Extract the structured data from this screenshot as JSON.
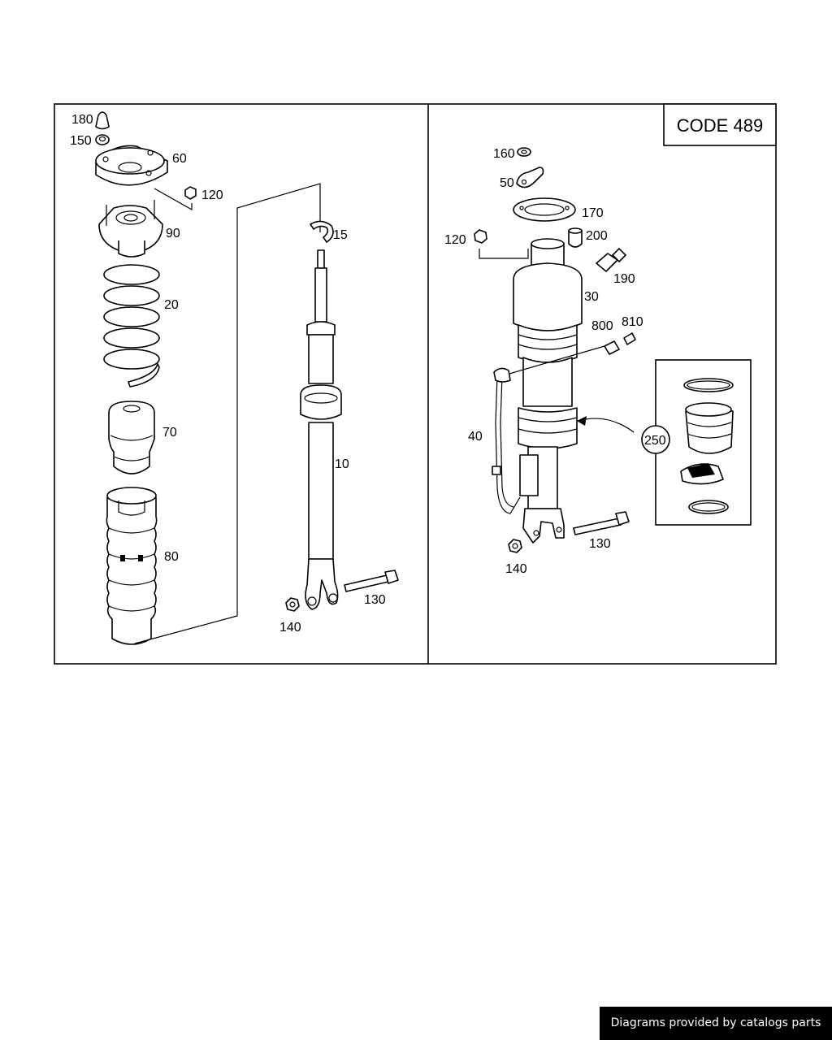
{
  "code_box": {
    "text": "CODE 489"
  },
  "left_panel": {
    "labels": {
      "p180": "180",
      "p150": "150",
      "p60": "60",
      "p120": "120",
      "p90": "90",
      "p20": "20",
      "p70": "70",
      "p80": "80",
      "p15": "15",
      "p10": "10",
      "p130": "130",
      "p140": "140"
    }
  },
  "right_panel": {
    "labels": {
      "p160": "160",
      "p50": "50",
      "p170": "170",
      "p120": "120",
      "p200": "200",
      "p190": "190",
      "p30": "30",
      "p800": "800",
      "p810": "810",
      "p40": "40",
      "p250": "250",
      "p130": "130",
      "p140": "140"
    }
  },
  "footer": {
    "credit": "Diagrams provided by catalogs parts"
  }
}
